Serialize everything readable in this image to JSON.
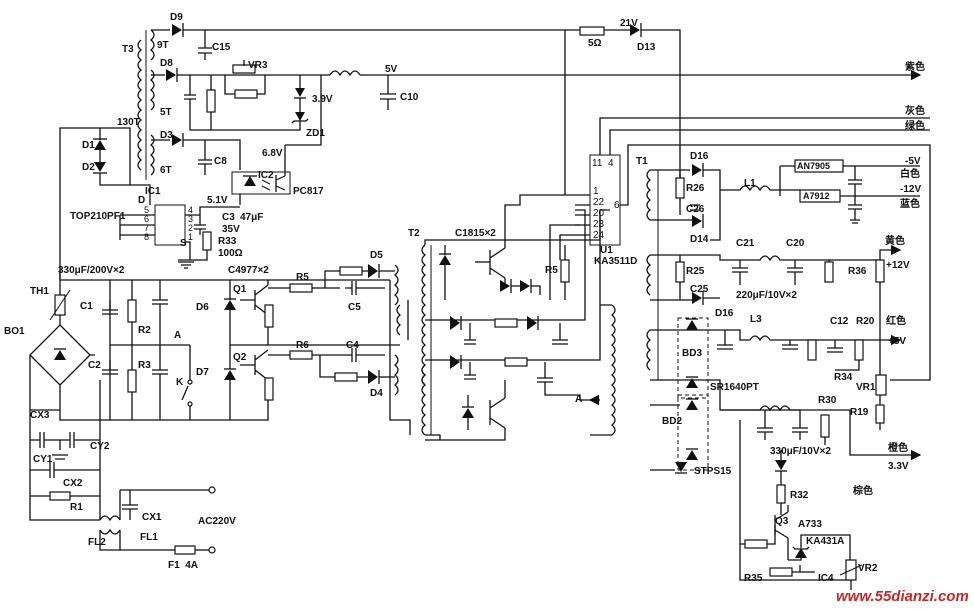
{
  "labels": {
    "t3": "T3",
    "t3_9t": "9T",
    "t3_5t": "5T",
    "t3_6t": "6T",
    "t3_130t": "130T",
    "d9": "D9",
    "c15": "C15",
    "d8": "D8",
    "vr3": "VR3",
    "v5": "5V",
    "c10": "C10",
    "purple": "紫色",
    "r5ohm": "5Ω",
    "v21": "21V",
    "d13": "D13",
    "v39": "3.9V",
    "zd1": "ZD1",
    "d3": "D3",
    "c8": "C8",
    "v68": "6.8V",
    "v51": "5.1V",
    "ic2": "IC2",
    "pc817": "PC817",
    "d1": "D1",
    "d2": "D2",
    "d_pin": "D",
    "ic1": "IC1",
    "top210": "TOP210PF1",
    "pins_left": "5\n6\n7\n8",
    "pins_right": "4\n3\n2\n1",
    "s_pin": "S",
    "c3": "C3",
    "c3_val": "47μF",
    "c3_v": "35V",
    "r33": "R33",
    "r33_val": "100Ω",
    "th1": "TH1",
    "caps_rating": "330μF/200V×2",
    "c4977": "C4977×2",
    "c1": "C1",
    "r2": "R2",
    "a_label": "A",
    "c2": "C2",
    "r3": "R3",
    "k_label": "K",
    "bo1": "BO1",
    "cx3": "CX3",
    "cy1": "CY1",
    "cy2": "CY2",
    "cx2": "CX2",
    "r1": "R1",
    "cx1": "CX1",
    "ac220": "AC220V",
    "fl2": "FL2",
    "fl1": "FL1",
    "f1": "F1  4A",
    "q1": "Q1",
    "d6": "D6",
    "r5": "R5",
    "d5": "D5",
    "c5": "C5",
    "q2": "Q2",
    "d7": "D7",
    "r6": "R6",
    "c4": "C4",
    "d4": "D4",
    "t2": "T2",
    "c1815": "C1815×2",
    "r5b": "R5",
    "a_arrow": "A",
    "u1": "U1",
    "ka3511": "KA3511D",
    "u1_pins_top": "11  4",
    "u1_p1": "1",
    "u1_p22": "22",
    "u1_p20": "20",
    "u1_p23": "23",
    "u1_p24": "24",
    "u1_p6": "6",
    "gray": "灰色",
    "green": "绿色",
    "t1": "T1",
    "d16a": "D16",
    "r26": "R26",
    "c26": "C26",
    "l1": "L1",
    "an7905": "AN7905",
    "a7912": "A7912",
    "m5v": "-5V",
    "white": "白色",
    "m12v": "-12V",
    "blue": "蓝色",
    "d14": "D14",
    "c21": "C21",
    "c20": "C20",
    "yellow": "黄色",
    "r25": "R25",
    "r36": "R36",
    "p12v": "+12V",
    "cap220": "220μF/10V×2",
    "c25": "C25",
    "d16b": "D16",
    "l3": "L3",
    "c12": "C12",
    "r20": "R20",
    "red": "红色",
    "p5v": "+5V",
    "bd3": "BD3",
    "r34": "R34",
    "sr1640": "SR1640PT",
    "vr1": "VR1",
    "bd2": "BD2",
    "r30": "R30",
    "r19": "R19",
    "orange": "橙色",
    "v33": "3.3V",
    "cap330": "330μF/10V×2",
    "stps15": "STPS15",
    "r32": "R32",
    "brown": "棕色",
    "q3": "Q3",
    "a733": "A733",
    "ka431": "KA431A",
    "r35": "R35",
    "ic4": "IC4",
    "vr2": "VR2",
    "watermark": "www.55dianzi.com"
  }
}
